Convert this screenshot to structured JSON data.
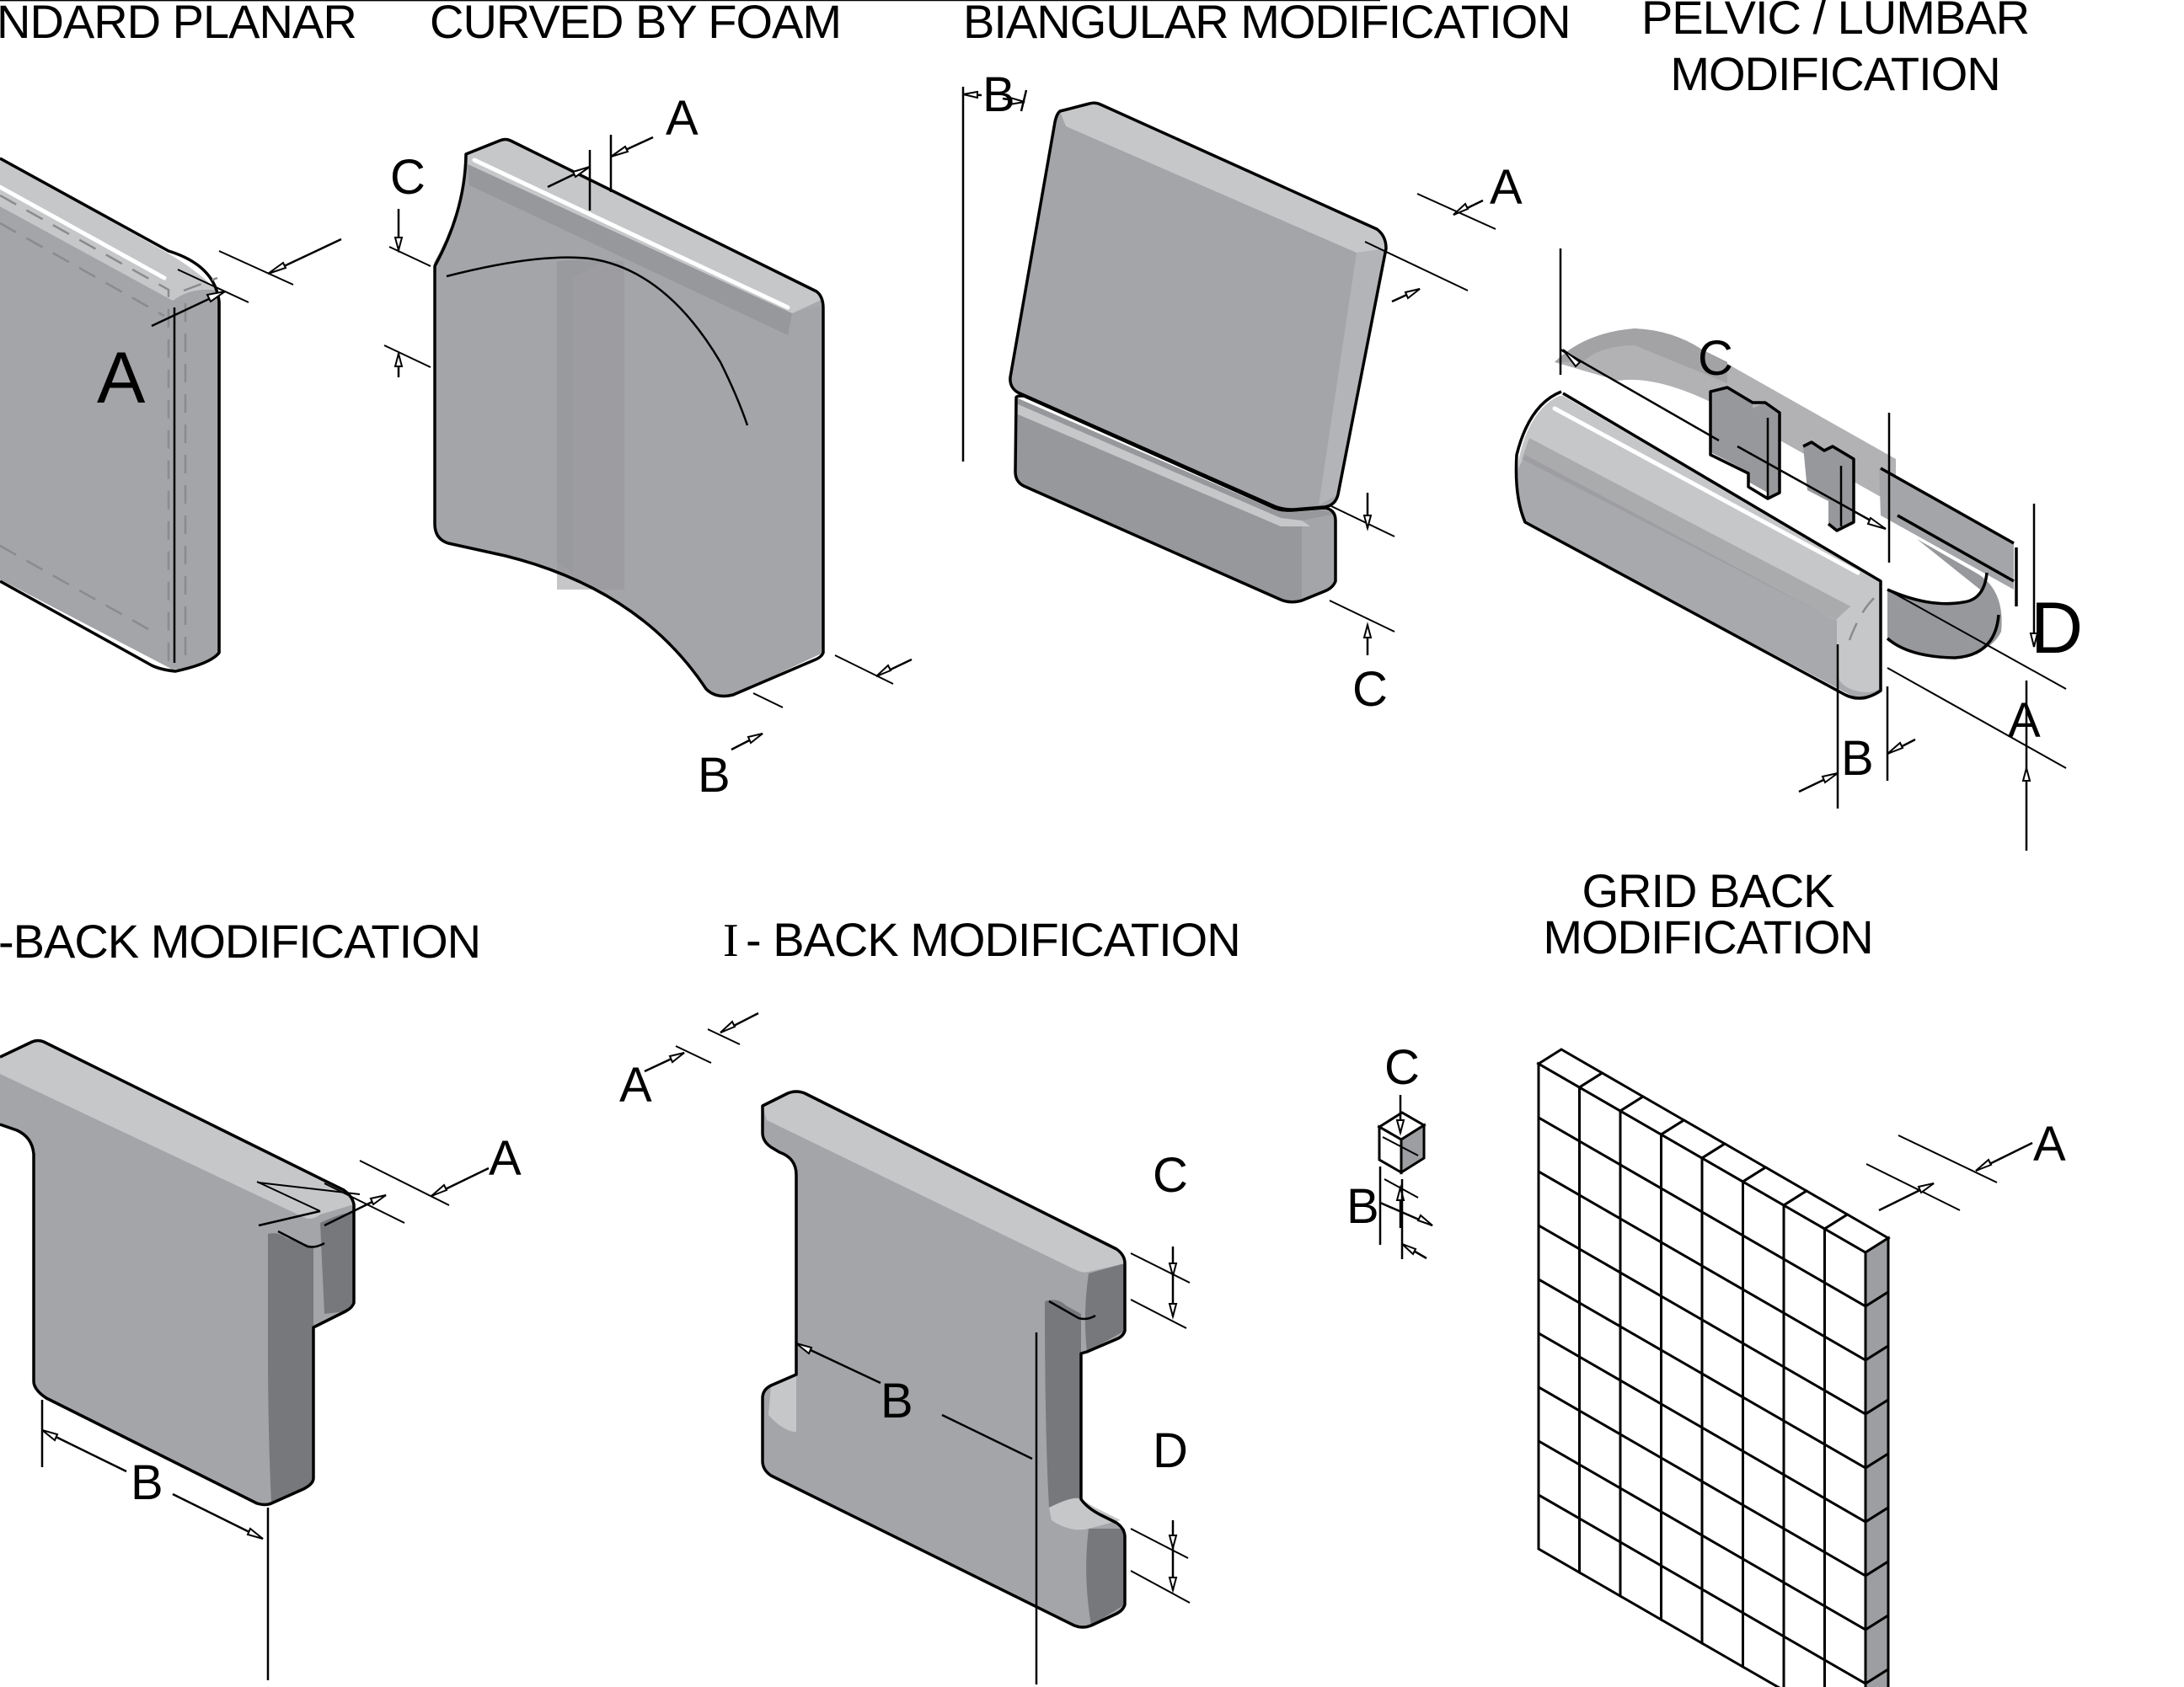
{
  "figure": {
    "panels": [
      {
        "id": "standard-planar",
        "title_lines": [
          "NDARD PLANAR"
        ],
        "dimension_labels": [
          "A"
        ]
      },
      {
        "id": "curved-by-foam",
        "title_lines": [
          "CURVED BY FOAM"
        ],
        "dimension_labels": [
          "A",
          "B",
          "C"
        ]
      },
      {
        "id": "biangular-modification",
        "title_lines": [
          "BIANGULAR MODIFICATION"
        ],
        "dimension_labels": [
          "A",
          "B",
          "C"
        ]
      },
      {
        "id": "pelvic-lumbar-modification",
        "title_lines": [
          "PELVIC / LUMBAR",
          "MODIFICATION"
        ],
        "dimension_labels": [
          "A",
          "B",
          "C",
          "D"
        ]
      },
      {
        "id": "t-back-modification",
        "title_lines": [
          "-BACK MODIFICATION"
        ],
        "dimension_labels": [
          "A",
          "B"
        ]
      },
      {
        "id": "i-back-modification",
        "title_prefix": "I",
        "title_lines": [
          "- BACK MODIFICATION"
        ],
        "dimension_labels": [
          "A",
          "B",
          "C",
          "D"
        ]
      },
      {
        "id": "grid-back-modification",
        "title_lines": [
          "GRID BACK",
          "MODIFICATION"
        ],
        "dimension_labels": [
          "A",
          "B",
          "C"
        ],
        "grid": {
          "columns": 8,
          "rows": 9
        }
      }
    ]
  },
  "colors": {
    "background": "#ffffff",
    "foam_face": "#a4a5a8",
    "foam_top": "#c6c7c9",
    "foam_shadow": "#77787c",
    "line": "#000000"
  }
}
